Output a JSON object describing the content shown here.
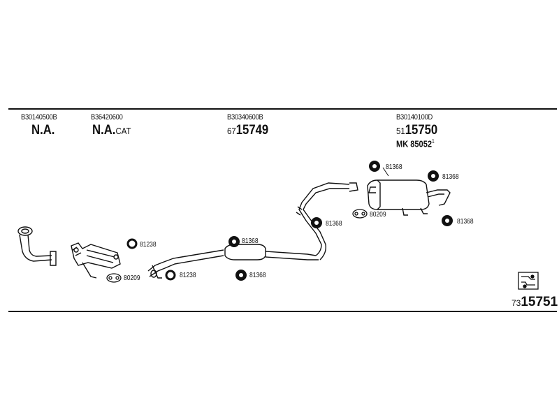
{
  "columns": [
    {
      "ref": "B30140500B",
      "title": "N.A.",
      "suffix": ""
    },
    {
      "ref": "B36420600",
      "title": "N.A.",
      "suffix": "CAT"
    },
    {
      "ref": "B30340600B",
      "prefix": "67",
      "code": "15749"
    },
    {
      "ref": "B30140100D",
      "prefix": "51",
      "code": "15750",
      "mk_label": "MK",
      "mk_code": "85052",
      "mk_sup": "1"
    }
  ],
  "parts": {
    "clamp_81238_a": "81238",
    "clamp_81238_b": "81238",
    "gasket_80209_a": "80209",
    "gasket_80209_b": "80209",
    "hanger_81368_mid_upper": "81368",
    "hanger_81368_mid_lower": "81368",
    "hanger_81368_rear_1": "81368",
    "hanger_81368_rear_2": "81368",
    "hanger_81368_rear_3": "81368",
    "hanger_81368_rear_4": "81368"
  },
  "footer": {
    "prefix": "73",
    "code": "15751",
    "icon": "exhaust-kit-icon"
  }
}
